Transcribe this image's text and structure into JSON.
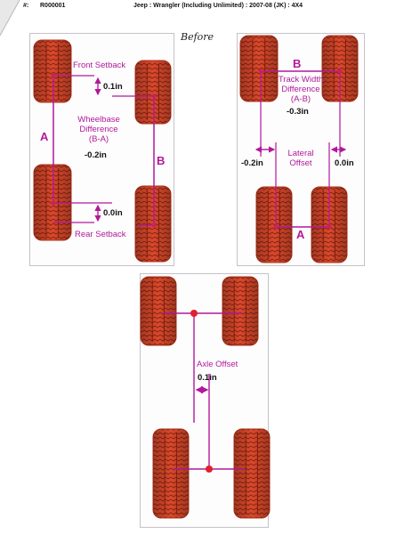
{
  "header": {
    "ro_prefix": "#:",
    "ro_number": "R000001",
    "vehicle": "Jeep : Wrangler (Including Unlimited) : 2007-08 (JK) : 4X4"
  },
  "handwritten_note": "Before",
  "wheelbase_panel": {
    "front_setback_label": "Front Setback",
    "front_setback_value": "0.1in",
    "wheelbase_label_lines": [
      "Wheelbase",
      "Difference",
      "(B-A)"
    ],
    "wheelbase_value": "-0.2in",
    "rear_setback_label": "Rear Setback",
    "rear_setback_value": "0.0in",
    "marker_a": "A",
    "marker_b": "B"
  },
  "track_panel": {
    "marker_b": "B",
    "marker_a": "A",
    "track_width_label_lines": [
      "Track Width",
      "Difference",
      "(A-B)"
    ],
    "track_width_value": "-0.3in",
    "lateral_offset_label_lines": [
      "Lateral",
      "Offset"
    ],
    "lateral_left_value": "-0.2in",
    "lateral_right_value": "0.0in"
  },
  "axle_panel": {
    "axle_offset_label": "Axle Offset",
    "axle_offset_value": "0.1in"
  },
  "colors": {
    "tire_red": "#d94a2c",
    "tire_dark": "#b0341c",
    "magenta": "#b2189a",
    "node_red": "#e0202a"
  }
}
